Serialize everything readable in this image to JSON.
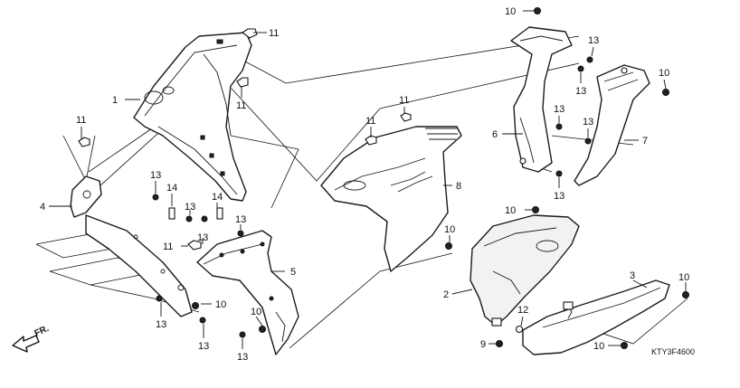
{
  "diagram": {
    "part_numbers": {
      "p1": "1",
      "p2": "2",
      "p3": "3",
      "p4": "4",
      "p5": "5",
      "p6": "6",
      "p7": "7",
      "p8": "8",
      "p9": "9",
      "p10": "10",
      "p11": "11",
      "p12": "12",
      "p13": "13",
      "p14": "14"
    },
    "catalog_code": "KTY3F4600",
    "front_indicator": "FR.",
    "colors": {
      "line": "#1a1a1a",
      "background": "#ffffff"
    }
  }
}
